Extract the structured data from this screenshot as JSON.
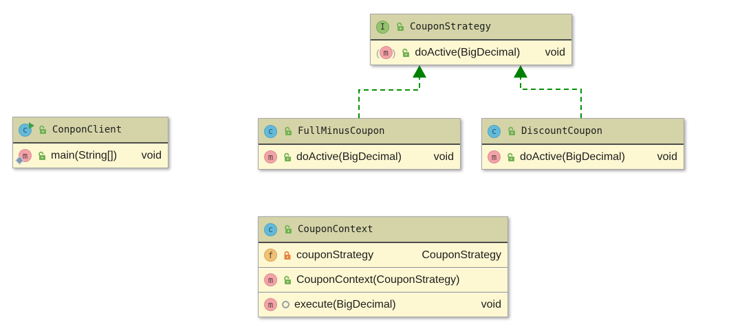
{
  "diagram_type": "uml-class-diagram",
  "colors": {
    "header_bg": "#d4d4a8",
    "row_bg": "#fdf8d2",
    "box_border": "#a6a6a6",
    "arrow_green": "#009100",
    "arrow_head_green": "#008000",
    "class_icon_bg": "#64b9d9",
    "interface_icon_bg": "#95c36e",
    "method_icon_bg": "#f2a3a8",
    "field_icon_bg": "#efc278",
    "open_lock": "#72b153",
    "closed_lock": "#e8823f"
  },
  "icons": {
    "class_letter": "c",
    "interface_letter": "I",
    "method_letter": "m",
    "field_letter": "f",
    "abstract_paren_open": "(",
    "abstract_paren_close": ")"
  },
  "classes": {
    "conpon_client": {
      "name": "ConponClient",
      "members": [
        {
          "label": "main(String[])",
          "type": "void"
        }
      ]
    },
    "coupon_strategy": {
      "name": "CouponStrategy",
      "members": [
        {
          "label": "doActive(BigDecimal)",
          "type": "void"
        }
      ]
    },
    "full_minus_coupon": {
      "name": "FullMinusCoupon",
      "members": [
        {
          "label": "doActive(BigDecimal)",
          "type": "void"
        }
      ]
    },
    "discount_coupon": {
      "name": "DiscountCoupon",
      "members": [
        {
          "label": "doActive(BigDecimal)",
          "type": "void"
        }
      ]
    },
    "coupon_context": {
      "name": "CouponContext",
      "members": [
        {
          "label": "couponStrategy",
          "type": "CouponStrategy"
        },
        {
          "label": "CouponContext(CouponStrategy)",
          "type": ""
        },
        {
          "label": "execute(BigDecimal)",
          "type": "void"
        }
      ]
    }
  },
  "relationships": [
    {
      "from": "FullMinusCoupon",
      "to": "CouponStrategy",
      "kind": "implements"
    },
    {
      "from": "DiscountCoupon",
      "to": "CouponStrategy",
      "kind": "implements"
    }
  ]
}
